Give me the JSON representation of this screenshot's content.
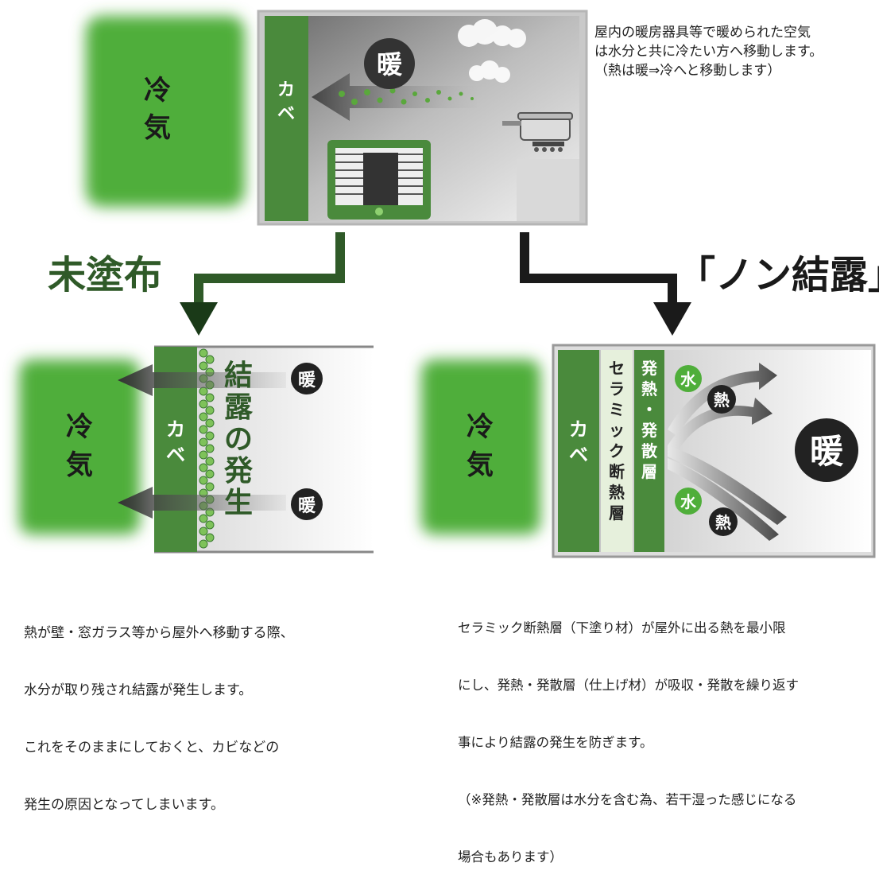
{
  "top_panel": {
    "caption_lines": [
      "屋内の暖房器具等で暖められた空気",
      "は水分と共に冷たい方へ移動します。",
      "（熱は暖⇒冷へと移動します）"
    ],
    "wall_label": "カベ",
    "warm_label": "暖"
  },
  "cold_label": "冷気",
  "headings": {
    "untreated": "未塗布",
    "treated": "「ノン結露」"
  },
  "left_panel": {
    "wall_label": "カベ",
    "condensation_label": "結露の発生",
    "warm_label": "暖",
    "caption_lines": [
      "熱が壁・窓ガラス等から屋外へ移動する際、",
      "水分が取り残され結露が発生します。",
      "これをそのままにしておくと、カビなどの",
      "発生の原因となってしまいます。"
    ]
  },
  "right_panel": {
    "wall_label": "カベ",
    "ceramic_layer_label": "セラミック断熱層",
    "heat_layer_label": "発熱・発散層",
    "water_label": "水",
    "heat_label": "熱",
    "warm_label": "暖",
    "caption_lines": [
      "セラミック断熱層（下塗り材）が屋外に出る熱を最小限",
      "にし、発熱・発散層（仕上げ材）が吸収・発散を繰り返す",
      "事により結露の発生を防ぎます。",
      "（※発熱・発散層は水分を含む為、若干湿った感じになる",
      "場合もあります）"
    ]
  },
  "colors": {
    "green": "#4fae3a",
    "dark_green": "#3a7a30",
    "wall_green": "#4a8a3c"
  }
}
